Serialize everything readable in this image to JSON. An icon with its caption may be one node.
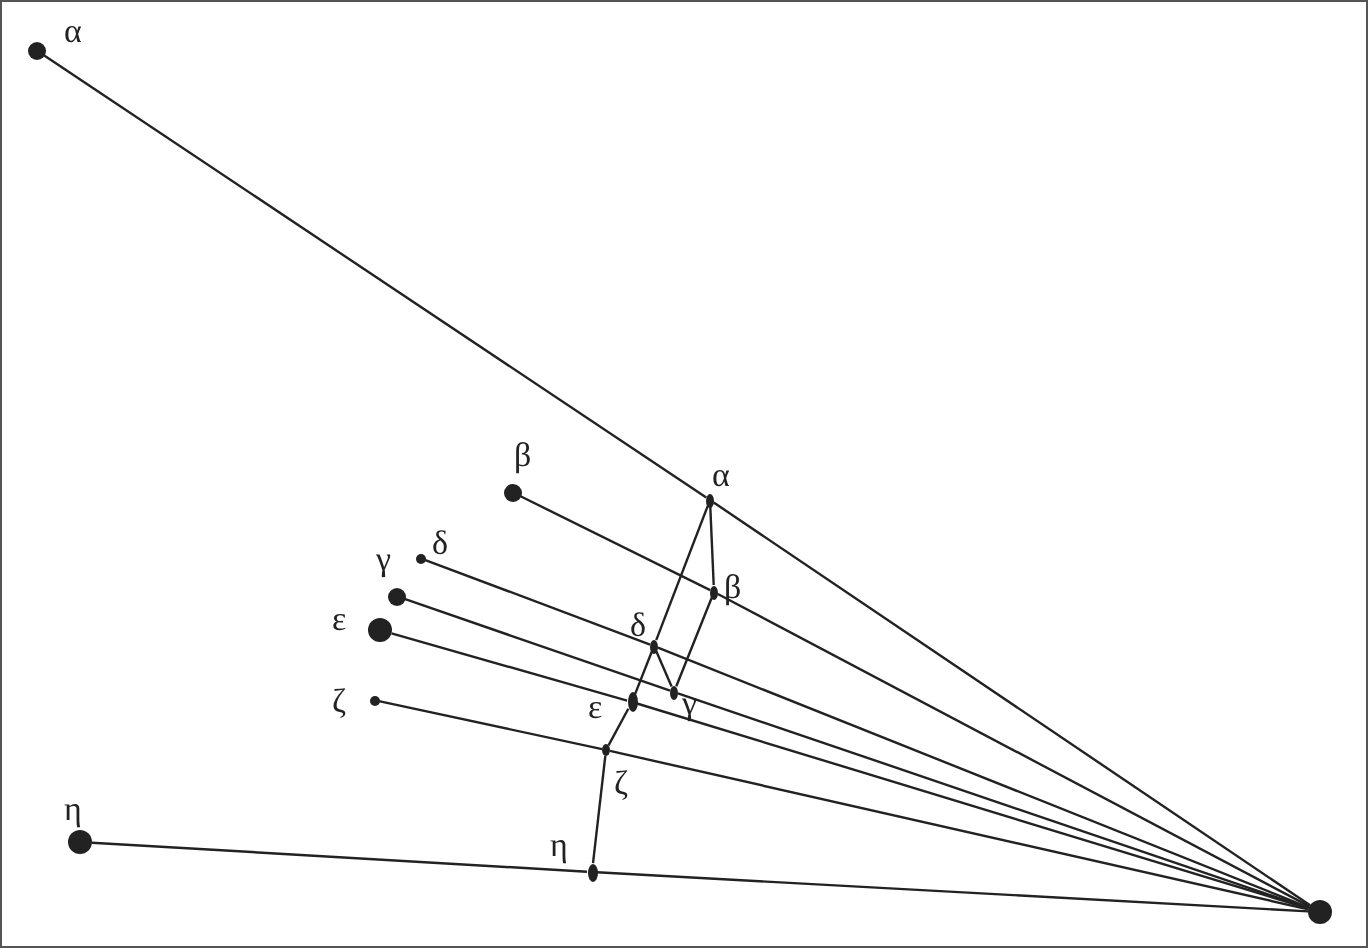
{
  "diagram": {
    "nodes": [
      {
        "text": [
          "α"
        ]
      },
      {
        "text": [
          "β"
        ]
      },
      {
        "text": [
          "γ"
        ]
      },
      {
        "text": [
          "δ"
        ]
      },
      {
        "text": [
          "ε"
        ]
      },
      {
        "text": [
          "ζ"
        ]
      },
      {
        "text": [
          "η"
        ]
      },
      {
        "text": [],
        "shape": "circle"
      },
      {
        "text": [
          "α"
        ]
      },
      {
        "text": [
          "β"
        ]
      },
      {
        "text": [
          "γ"
        ]
      },
      {
        "text": [
          "δ"
        ]
      },
      {
        "text": [
          "ε"
        ]
      },
      {
        "text": [
          "ζ"
        ]
      },
      {
        "text": [
          "η"
        ]
      }
    ],
    "edges": [
      {
        "from": 0,
        "to": 8,
        "arrow": "none"
      },
      {
        "from": 8,
        "to": 7,
        "arrow": "none"
      },
      {
        "from": 1,
        "to": 9,
        "arrow": "none"
      },
      {
        "from": 9,
        "to": 7,
        "arrow": "none"
      },
      {
        "from": 2,
        "to": 10,
        "arrow": "none"
      },
      {
        "from": 10,
        "to": 7,
        "arrow": "none"
      },
      {
        "from": 3,
        "to": 11,
        "arrow": "none"
      },
      {
        "from": 11,
        "to": 7,
        "arrow": "none"
      },
      {
        "from": 4,
        "to": 12,
        "arrow": "none"
      },
      {
        "from": 12,
        "to": 7,
        "arrow": "none"
      },
      {
        "from": 5,
        "to": 13,
        "arrow": "none"
      },
      {
        "from": 13,
        "to": 7,
        "arrow": "none"
      },
      {
        "from": 6,
        "to": 14,
        "arrow": "none"
      },
      {
        "from": 14,
        "to": 7,
        "arrow": "none"
      },
      {
        "from": 8,
        "to": 9,
        "arrow": "none"
      },
      {
        "from": 9,
        "to": 10,
        "arrow": "none"
      },
      {
        "from": 10,
        "to": 11,
        "arrow": "none"
      },
      {
        "from": 8,
        "to": 11,
        "arrow": "none"
      },
      {
        "from": 11,
        "to": 12,
        "arrow": "none"
      },
      {
        "from": 12,
        "to": 13,
        "arrow": "none"
      },
      {
        "from": 13,
        "to": 14,
        "arrow": "none"
      }
    ]
  }
}
